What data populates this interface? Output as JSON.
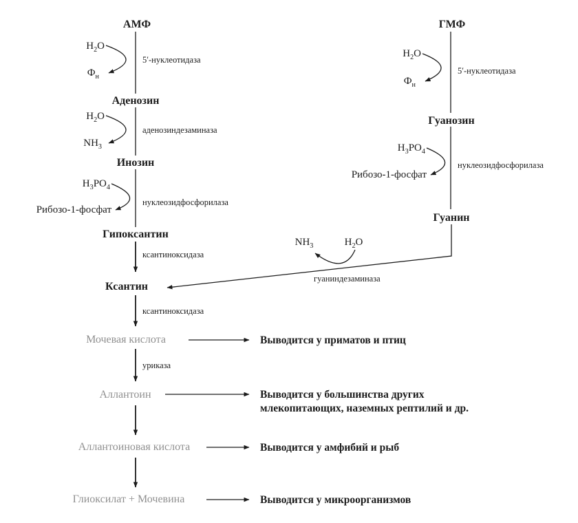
{
  "palette": {
    "text": "#1a1a1a",
    "muted_product": "#8f8f8f",
    "line": "#1a1a1a",
    "background": "#ffffff"
  },
  "formulas": {
    "h2o": [
      "H",
      [
        "2"
      ],
      "O"
    ],
    "pi": [
      "Ф",
      [
        "н"
      ]
    ],
    "nh3": [
      "NH",
      [
        "3"
      ]
    ],
    "h3po4": [
      "H",
      [
        "3"
      ],
      "PO",
      [
        "4"
      ]
    ]
  },
  "shared": {
    "ribose_1_phosphate": "Рибозо-1-фосфат"
  },
  "left_pathway": {
    "nodes": {
      "amp": "АМФ",
      "adenosine": "Аденозин",
      "inosine": "Инозин",
      "hypoxanthine": "Гипоксантин",
      "xanthine": "Ксантин",
      "uric_acid": "Мочевая кислота",
      "allantoin": "Аллантоин",
      "allantoic_acid": "Аллантоиновая кислота",
      "glyoxylate_urea": "Глиоксилат  +  Мочевина"
    }
  },
  "right_pathway": {
    "nodes": {
      "gmp": "ГМФ",
      "guanosine": "Гуанозин",
      "guanine": "Гуанин"
    }
  },
  "enzymes": {
    "nucleotidase": "5′-нуклеотидаза",
    "adenosine_deaminase": "аденозиндезаминаза",
    "nucleoside_phosphorylase": "нуклеозидфосфорилаза",
    "xanthine_oxidase": "ксантиноксидаза",
    "uricase": "уриказа",
    "guanine_deaminase": "гуаниндезаминаза"
  },
  "excretion": {
    "primates": "Выводится у приматов и птиц",
    "mammals_line1": "Выводится у большинства других",
    "mammals_line2": "млекопитающих, наземных рептилий и др.",
    "amphibians": "Выводится у амфибий и рыб",
    "microorganisms": "Выводится у микроорганизмов"
  }
}
